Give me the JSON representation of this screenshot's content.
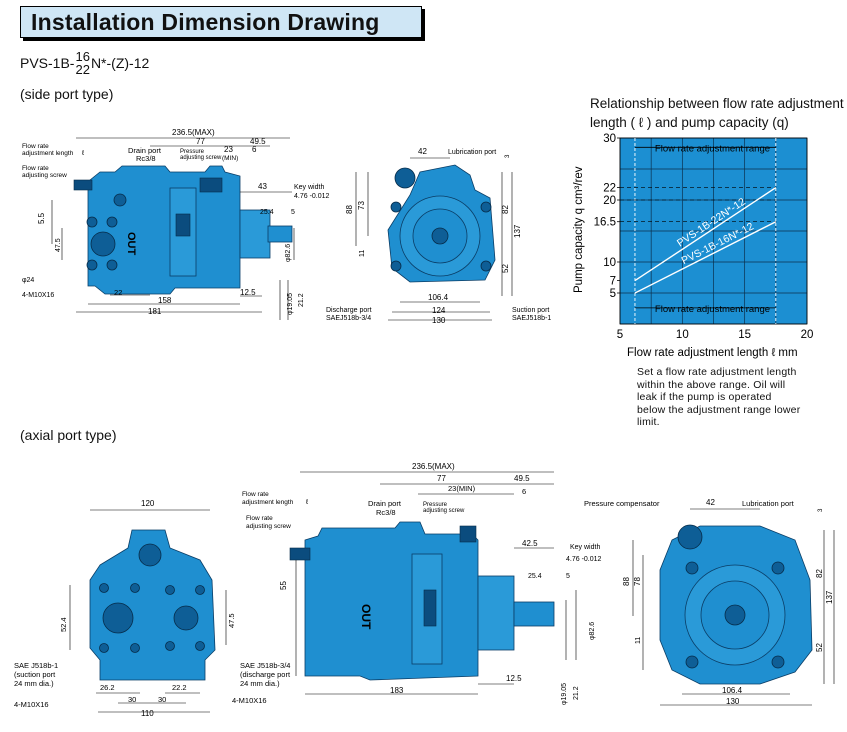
{
  "header": {
    "title": "Installation Dimension Drawing"
  },
  "model": {
    "prefix": "PVS-1B-",
    "num_top": "16",
    "num_bottom": "22",
    "suffix": "N*-(Z)-12"
  },
  "sections": {
    "side": "(side port type)",
    "axial": "(axial port type)"
  },
  "capacity_chart": {
    "title_line1": "Relationship between flow rate adjustment",
    "title_line2": "length ( ℓ ) and pump capacity (q)",
    "ylabel": "Pump capacity q cm³/rev",
    "xlabel": "Flow rate adjustment length ℓ mm",
    "band_label": "Flow rate adjustment range",
    "line_labels": [
      "PVS-1B-22N*-12",
      "PVS-1B-16N*-12"
    ],
    "note_lines": [
      "Set a flow rate adjustment length",
      "within the above range. Oil will",
      "leak if the pump is operated",
      "below the adjustment range lower",
      "limit."
    ]
  },
  "chart_data": {
    "type": "line",
    "xlim": [
      5,
      20
    ],
    "ylim": [
      0,
      30
    ],
    "x_ticks": [
      5,
      10,
      15,
      20
    ],
    "y_ticks": [
      5,
      7,
      10,
      16.5,
      20,
      22,
      30
    ],
    "grid": true,
    "series": [
      {
        "name": "PVS-1B-22N*-12",
        "x": [
          6.2,
          17.5
        ],
        "y": [
          7,
          22
        ]
      },
      {
        "name": "PVS-1B-16N*-12",
        "x": [
          6.2,
          17.5
        ],
        "y": [
          5,
          16.5
        ]
      }
    ],
    "annotations": [
      "Flow rate adjustment range"
    ]
  },
  "side_labels": {
    "flow_len": [
      "Flow rate",
      "adjustment length"
    ],
    "flow_screw": [
      "Flow rate",
      "adjusting screw"
    ],
    "drain": [
      "Drain port",
      "Rc3/8"
    ],
    "pressure_screw": [
      "Pressure",
      "adjusting screw"
    ],
    "min": "(MIN)",
    "key": "Key width",
    "key_val": "4.76 -0.012",
    "out": "OUT",
    "lub": "Lubrication port",
    "discharge": [
      "Discharge port",
      "SAEJ518b-3/4"
    ],
    "suction": [
      "Suction port",
      "SAEJ518b-1"
    ],
    "phi24": "φ24",
    "bolts": "4-M10X16",
    "ell": "ℓ"
  },
  "axial_labels": {
    "sae1": [
      "SAE J518b-1",
      "(suction port",
      "24 mm dia.)"
    ],
    "sae34": [
      "SAE J518b-3/4",
      "(discharge port",
      "24 mm dia.)"
    ],
    "bolts_l": "4-M10X16",
    "bolts_r": "4-M10X16",
    "flow_len": [
      "Flow rate",
      "adjustment length"
    ],
    "flow_screw": [
      "Flow rate",
      "adjusting screw"
    ],
    "drain": [
      "Drain port",
      "Rc3/8"
    ],
    "pressure_screw": [
      "Pressure",
      "adjusting screw"
    ],
    "key": "Key width",
    "key_val": "4.76 -0.012",
    "compensator": "Pressure compensator",
    "lub": "Lubrication port",
    "out": "OUT",
    "ell": "ℓ"
  },
  "dims_side": {
    "d236": "236.5(MAX)",
    "d77": "77",
    "d49": "49.5",
    "d23": "23",
    "d6": "6",
    "d43": "43",
    "d25": "25.4",
    "d5": "5",
    "d55": "5.5",
    "d47": "47.5",
    "d22": "22",
    "d158": "158",
    "d181": "181",
    "d125": "12.5",
    "d19": "φ19.05",
    "d21": "21.2",
    "d826": "φ82.6",
    "d42": "42",
    "d3": "3",
    "d88": "88",
    "d73": "73",
    "d11": "11",
    "d82": "82",
    "d137": "137",
    "d52": "52",
    "d106": "106.4",
    "d124": "124",
    "d130": "130"
  },
  "dims_axial": {
    "d120": "120",
    "d524": "52.4",
    "d475": "47.5",
    "d262": "26.2",
    "d222": "22.2",
    "d30a": "30",
    "d30b": "30",
    "d110": "110",
    "d236": "236.5(MAX)",
    "d77": "77",
    "d495": "49.5",
    "d23": "23(MIN)",
    "d6": "6",
    "d425": "42.5",
    "d254": "25.4",
    "d5": "5",
    "d55": "55",
    "d125": "12.5",
    "d183": "183",
    "d1905": "φ19.05",
    "d212": "21.2",
    "d826": "φ82.6",
    "d42": "42",
    "d3": "3",
    "d88": "88",
    "d78": "78",
    "d82": "82",
    "d137": "137",
    "d52": "52",
    "d11": "11",
    "d1064": "106.4",
    "d130": "130"
  },
  "colors": {
    "pump_blue": "#1f8fd0",
    "title_bg": "#cfe6f5",
    "chart_bg": "#1c8fd2",
    "chart_line": "#ffffff"
  }
}
